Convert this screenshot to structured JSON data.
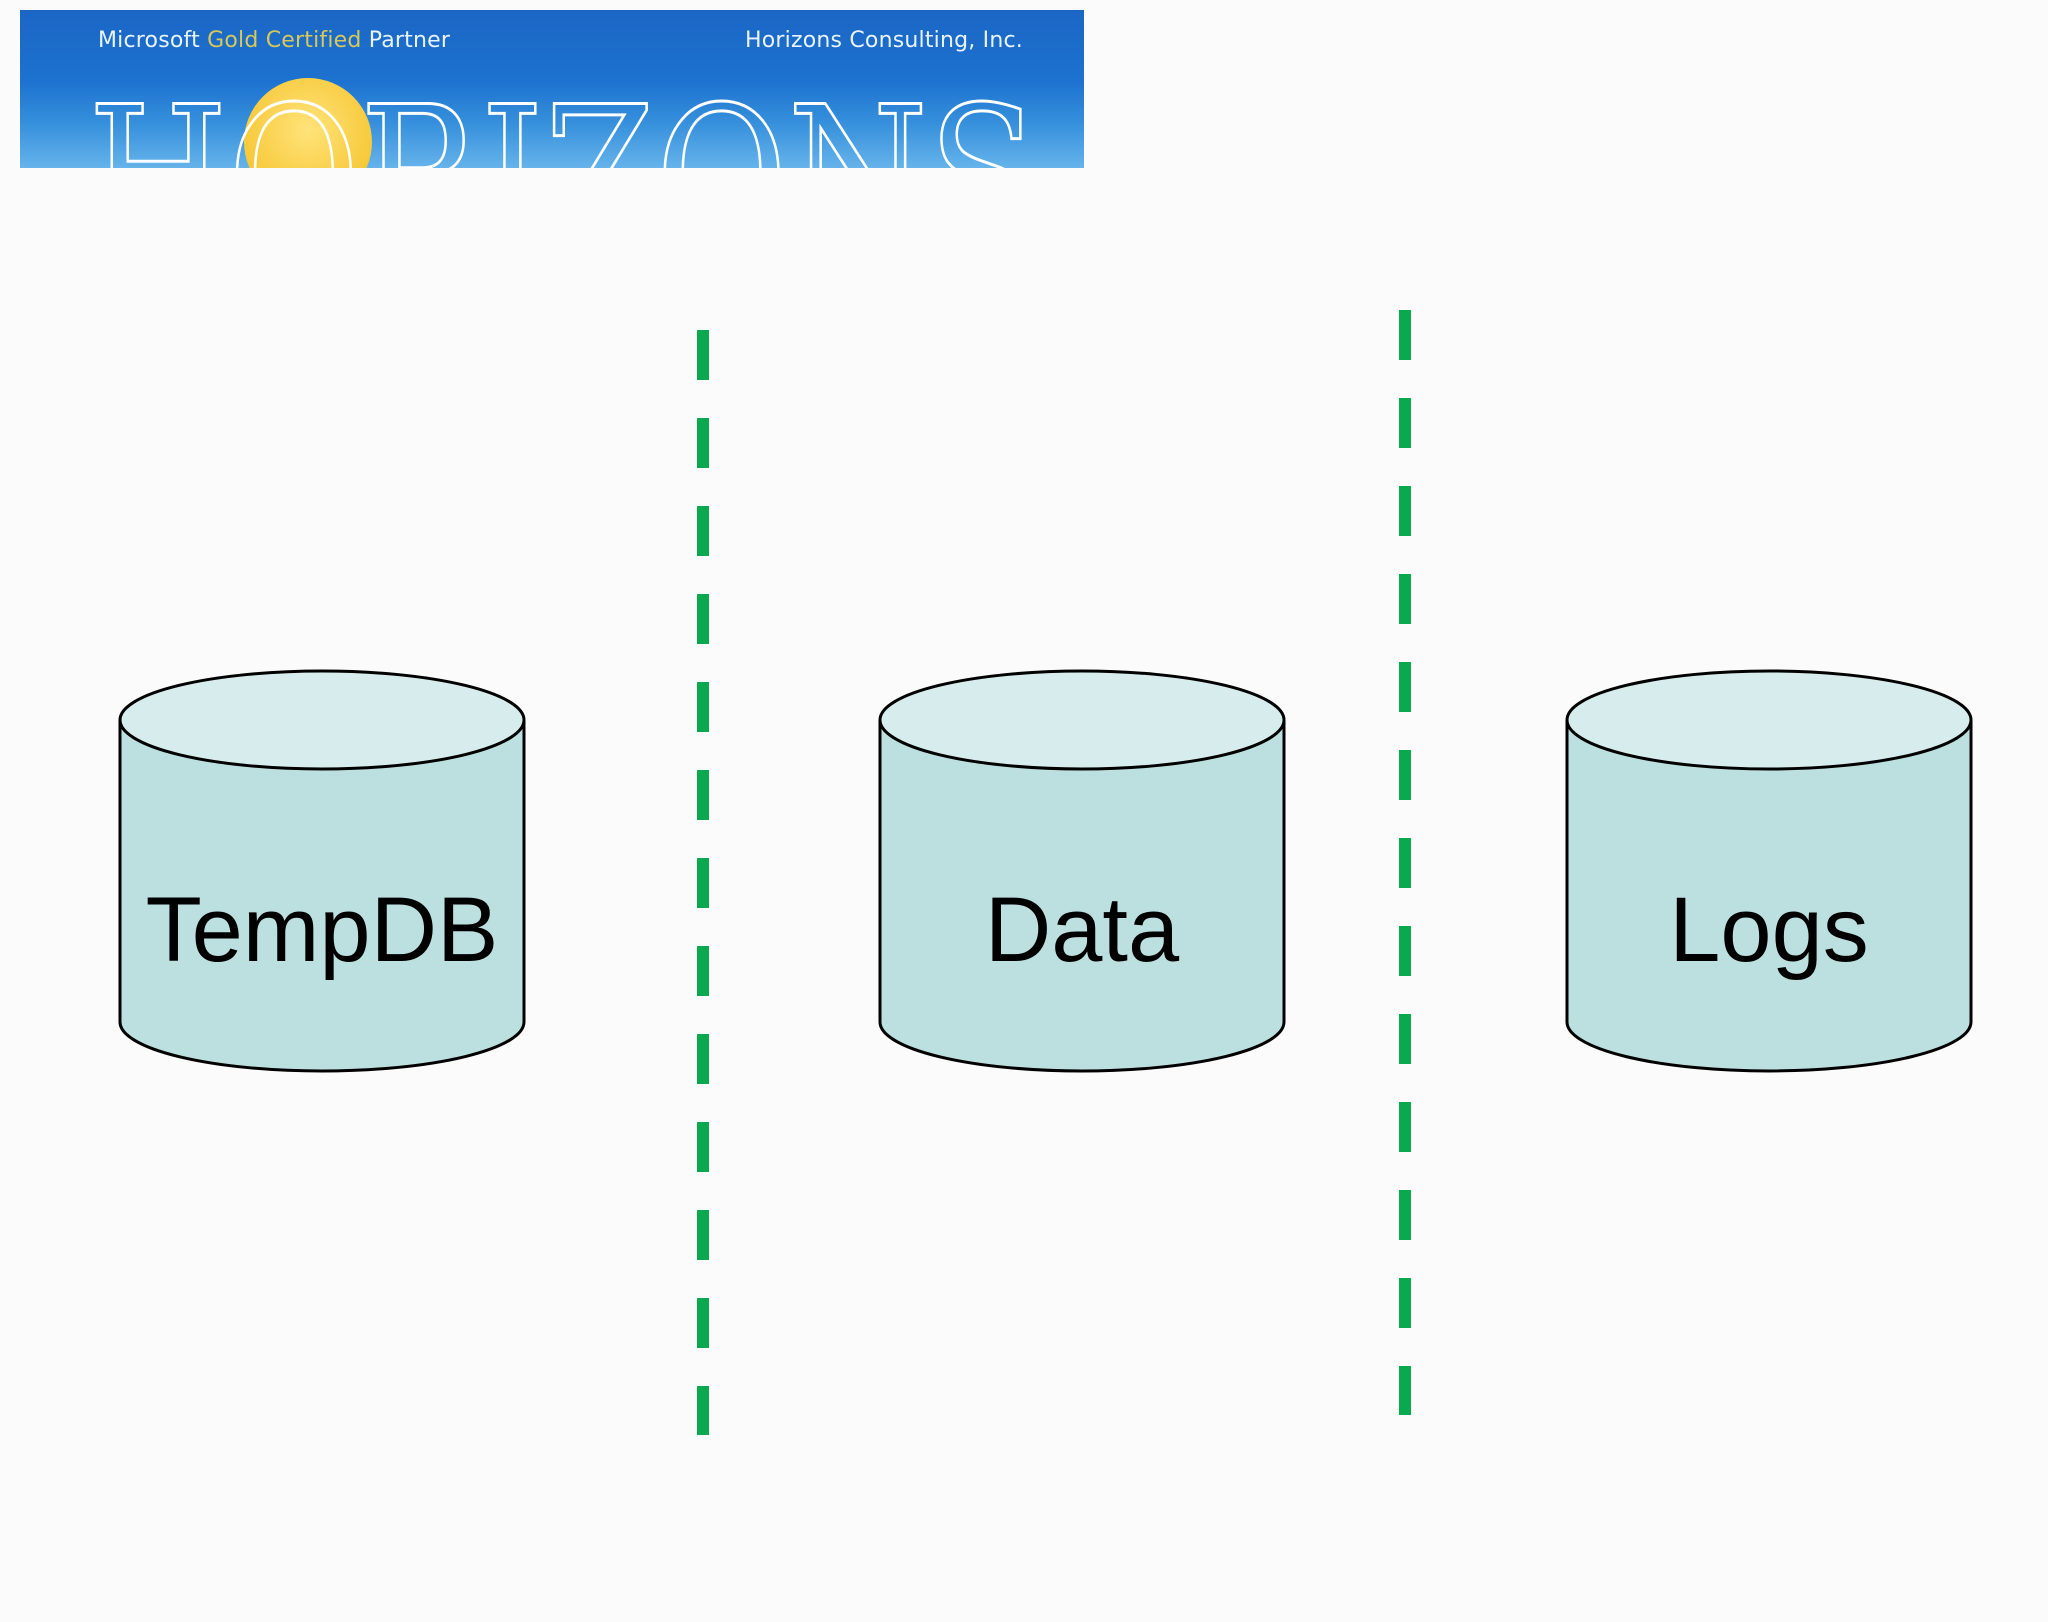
{
  "banner": {
    "prefix": "Microsoft",
    "highlight": "Gold Certified",
    "suffix": "Partner",
    "company": "Horizons Consulting, Inc.",
    "wordmark": "HORIZONS"
  },
  "diagram": {
    "cylinders": [
      {
        "label": "TempDB"
      },
      {
        "label": "Data"
      },
      {
        "label": "Logs"
      }
    ],
    "divider_color": "#0aa84f",
    "cylinder_fill": "#bcdfe0",
    "cylinder_top_fill": "#d7ecec"
  }
}
